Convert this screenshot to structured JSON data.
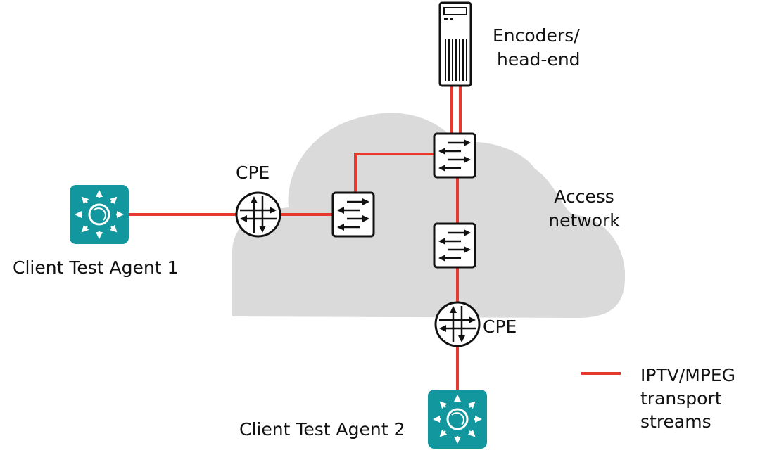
{
  "colors": {
    "link": "#e8392f",
    "cloud": "#dadada",
    "agent": "#12979e",
    "stroke": "#111111",
    "text": "#111111"
  },
  "labels": {
    "encoders": [
      "Encoders/",
      "head-end"
    ],
    "cpe_left": "CPE",
    "cpe_bottom": "CPE",
    "access_network": [
      "Access",
      "network"
    ],
    "agent1": "Client Test Agent 1",
    "agent2": "Client Test Agent 2"
  },
  "legend": {
    "items": [
      {
        "label": [
          "IPTV/MPEG",
          "transport",
          "streams"
        ],
        "color": "#e8392f",
        "icon": "red-line"
      }
    ]
  },
  "nodes": [
    {
      "id": "encoders",
      "type": "server",
      "icon": "server-icon"
    },
    {
      "id": "switch-top",
      "type": "switch",
      "icon": "switch-icon"
    },
    {
      "id": "switch-left",
      "type": "switch",
      "icon": "switch-icon"
    },
    {
      "id": "switch-mid",
      "type": "switch",
      "icon": "switch-icon"
    },
    {
      "id": "cpe-left",
      "type": "router",
      "icon": "router-icon"
    },
    {
      "id": "cpe-bottom",
      "type": "router",
      "icon": "router-icon"
    },
    {
      "id": "agent-1",
      "type": "test-agent",
      "icon": "test-agent-icon"
    },
    {
      "id": "agent-2",
      "type": "test-agent",
      "icon": "test-agent-icon"
    }
  ],
  "links": [
    [
      "encoders",
      "switch-top"
    ],
    [
      "encoders",
      "switch-top"
    ],
    [
      "switch-top",
      "switch-left"
    ],
    [
      "switch-top",
      "switch-mid"
    ],
    [
      "switch-left",
      "cpe-left"
    ],
    [
      "cpe-left",
      "agent-1"
    ],
    [
      "switch-mid",
      "cpe-bottom"
    ],
    [
      "cpe-bottom",
      "agent-2"
    ]
  ]
}
